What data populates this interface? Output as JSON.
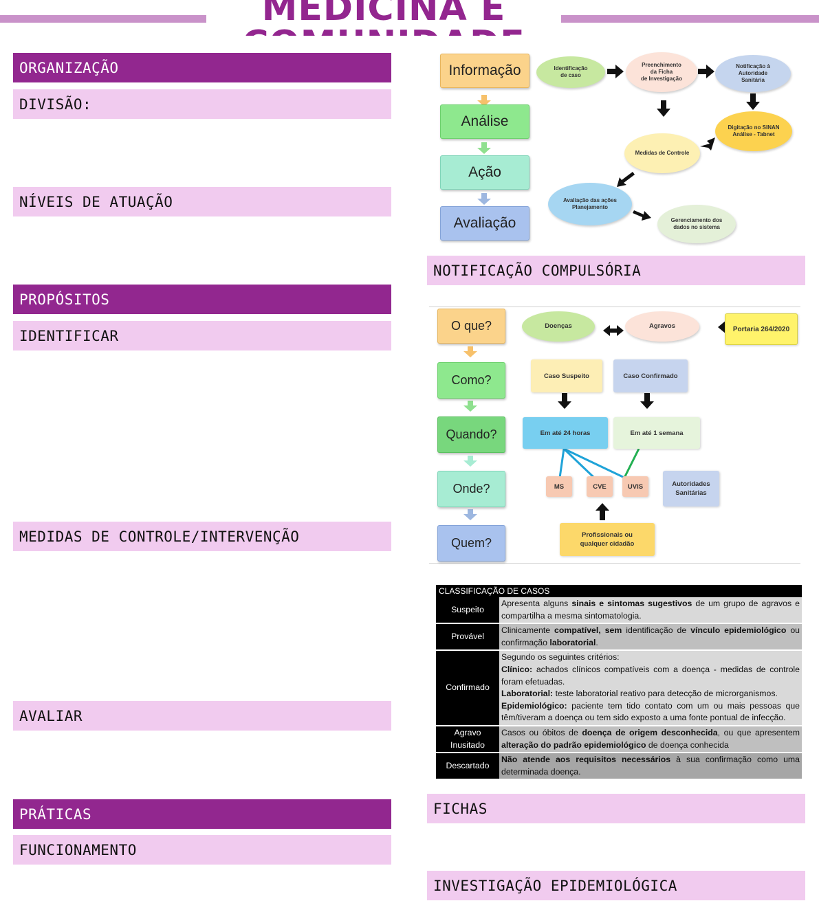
{
  "page": {
    "title": "MEDICINA E COMUNIDADE",
    "colors": {
      "dark": "#92278f",
      "light": "#f1cbef",
      "accent_line": "#c992c9"
    }
  },
  "left_sections": {
    "organizacao": "ORGANIZAÇÃO",
    "divisao": "DIVISÃO:",
    "niveis": "NÍVEIS DE ATUAÇÃO",
    "propositos": "PROPÓSITOS",
    "identificar": "IDENTIFICAR",
    "medidas": "MEDIDAS DE CONTROLE/INTERVENÇÃO",
    "avaliar": "AVALIAR",
    "praticas": "PRÁTICAS",
    "funcionamento": "FUNCIONAMENTO"
  },
  "right_sections": {
    "notificacao": "NOTIFICAÇÃO COMPULSÓRIA",
    "fichas": "FICHAS",
    "investigacao": "INVESTIGAÇÃO EPIDEMIOLÓGICA"
  },
  "diagram1": {
    "steps": [
      "Informação",
      "Análise",
      "Ação",
      "Avaliação"
    ],
    "nodes": {
      "identificacao": [
        "Identificação",
        "de caso"
      ],
      "preenchimento": [
        "Preenchimento",
        "da Ficha",
        "de Investigação"
      ],
      "notificacao": [
        "Notificação à",
        "Autoridade",
        "Sanitária"
      ],
      "digitacao": [
        "Digitação no SINAN",
        "Análise - Tabnet"
      ],
      "medidas": [
        "Medidas de Controle"
      ],
      "avaliacao": [
        "Avaliação das ações",
        "Planejamento"
      ],
      "gerenciamento": [
        "Gerenciamento dos",
        "dados no sistema"
      ]
    }
  },
  "diagram2": {
    "questions": [
      "O que?",
      "Como?",
      "Quando?",
      "Onde?",
      "Quem?"
    ],
    "doencas": "Doenças",
    "agravos": "Agravos",
    "portaria": "Portaria 264/2020",
    "caso_suspeito": "Caso Suspeito",
    "caso_confirmado": "Caso Confirmado",
    "prazo_24h": "Em até 24 horas",
    "prazo_1sem": "Em até 1 semana",
    "ms": "MS",
    "cve": "CVE",
    "uvis": "UVIS",
    "autoridades": [
      "Autoridades",
      "Sanitárias"
    ],
    "profissionais": [
      "Profissionais ou",
      "qualquer cidadão"
    ]
  },
  "classificacao": {
    "header": "CLASSIFICAÇÃO DE CASOS",
    "rows": [
      {
        "key": "Suspeito",
        "bg": "#d9d9d9",
        "html": "Apresenta alguns <b>sinais e sintomas sugestivos</b> de um grupo de agravos e compartilha a mesma sintomatologia."
      },
      {
        "key": "Provável",
        "bg": "#bfbfbf",
        "html": "Clinicamente <b>compatível, sem</b> identificação de <b>vínculo epidemiológico</b> ou confirmação <b>laboratorial</b>."
      },
      {
        "key": "Confirmado",
        "bg": "#d9d9d9",
        "html": "Segundo os seguintes critérios:<br><b>Clínico:</b> achados clínicos compatíveis com a doença - medidas de controle foram efetuadas.<br><b>Laboratorial:</b> teste laboratorial reativo para detecção de microrganismos.<br><b>Epidemiológico:</b> paciente tem tido contato com um ou mais pessoas que têm/tiveram a doença ou tem sido exposto a uma fonte pontual de infecção."
      },
      {
        "key": "Agravo Inusitado",
        "bg": "#bfbfbf",
        "html": "Casos ou óbitos de <b>doença de origem desconhecida</b>, ou que apresentem <b>alteração do padrão epidemiológico</b> de doença conhecida"
      },
      {
        "key": "Descartado",
        "bg": "#a6a6a6",
        "html": "<b>Não atende aos requisitos necessários</b> à sua confirmação como uma determinada doença."
      }
    ]
  }
}
